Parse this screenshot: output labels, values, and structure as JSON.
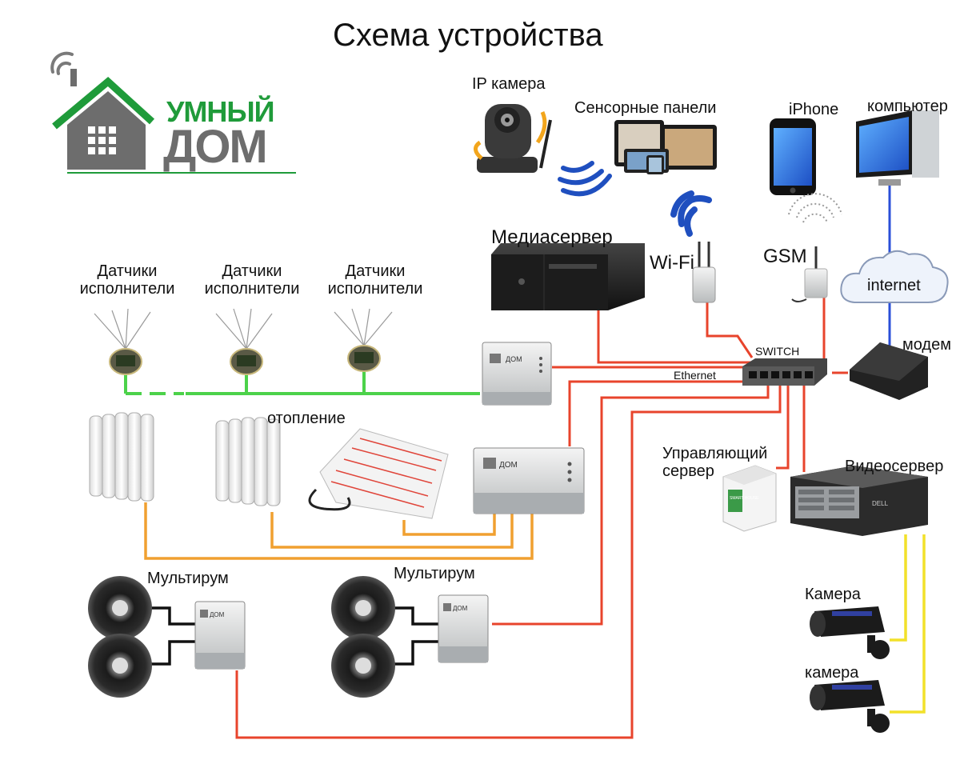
{
  "title": "Схема устройства",
  "logo": {
    "line1": "УМНЫЙ",
    "line2": "ДОМ",
    "colors": {
      "green": "#1f9b3a",
      "gray": "#6d6d6d"
    }
  },
  "labels": {
    "ip_camera": "IP камера",
    "touch_panels": "Сенсорные панели",
    "iphone": "iPhone",
    "computer": "компьютер",
    "media_server": "Медиасервер",
    "wifi": "Wi-Fi",
    "gsm": "GSM",
    "internet": "internet",
    "modem": "модем",
    "switch": "SWITCH",
    "ethernet": "Ethernet",
    "sensors": [
      {
        "line1": "Датчики",
        "line2": "исполнители"
      },
      {
        "line1": "Датчики",
        "line2": "исполнители"
      },
      {
        "line1": "Датчики",
        "line2": "исполнители"
      }
    ],
    "heating": "отопление",
    "control_server": {
      "line1": "Управляющий",
      "line2": "сервер"
    },
    "video_server": "Видеосервер",
    "multiroom": [
      "Мультирум",
      "Мультирум"
    ],
    "camera1": "Камера",
    "camera2": "камера"
  },
  "device_text": {
    "module_brand": "ДОМ",
    "smart_house": "SMART HOUSE",
    "dell": "DELL"
  },
  "colors": {
    "ethernet": "#e8442c",
    "bus": "#4cd24a",
    "heating_pipe": "#f0a030",
    "audio": "#111111",
    "video": "#f2e12a",
    "internet_link": "#2a4fd8"
  }
}
